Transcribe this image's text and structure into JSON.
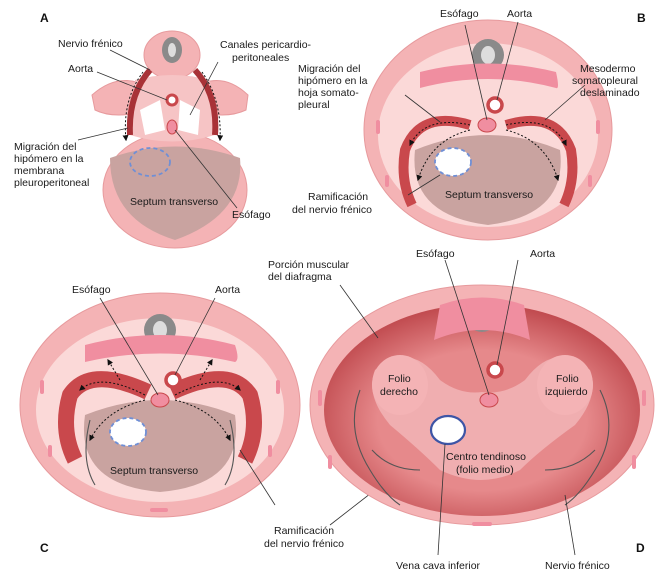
{
  "figure": {
    "panels": [
      {
        "letter": "A",
        "labels": {
          "nervio_frenico": "Nervio frénico",
          "aorta": "Aorta",
          "canales_1": "Canales pericardio-",
          "canales_2": "peritoneales",
          "migracion_1": "Migración del",
          "migracion_2": "hipómero en la",
          "migracion_3": "membrana",
          "migracion_4": "pleuroperitoneal",
          "septum": "Septum transverso",
          "esofago": "Esófago"
        }
      },
      {
        "letter": "B",
        "labels": {
          "esofago": "Esófago",
          "aorta": "Aorta",
          "migracion_1": "Migración del",
          "migracion_2": "hipómero en la",
          "migracion_3": "hoja somato-",
          "migracion_4": "pleural",
          "mesodermo_1": "Mesodermo",
          "mesodermo_2": "somatopleural",
          "mesodermo_3": "deslaminado",
          "ramificacion_1": "Ramificación",
          "ramificacion_2": "del nervio frénico",
          "septum": "Septum transverso"
        }
      },
      {
        "letter": "C",
        "labels": {
          "esofago": "Esófago",
          "aorta": "Aorta",
          "septum": "Septum transverso",
          "ramificacion_1": "Ramificación",
          "ramificacion_2": "del nervio frénico"
        }
      },
      {
        "letter": "D",
        "labels": {
          "porcion_1": "Porción  muscular",
          "porcion_2": "del diafragma",
          "esofago": "Esófago",
          "aorta": "Aorta",
          "folio_derecho_1": "Folio",
          "folio_derecho_2": "derecho",
          "folio_izquierdo_1": "Folio",
          "folio_izquierdo_2": "izquierdo",
          "centro_1": "Centro tendinoso",
          "centro_2": "(folio medio)",
          "vena_cava": "Vena cava inferior",
          "nervio_frenico": "Nervio frénico"
        }
      }
    ],
    "colors": {
      "body_pink": "#f4b3b5",
      "light_pink": "#fbd9d8",
      "septum_tan": "#c9a3a0",
      "muscle_red": "#c9484c",
      "dark_red": "#a83237",
      "vertebra_gray": "#8a8a8a",
      "blue_dash": "#6f8fd6"
    }
  }
}
